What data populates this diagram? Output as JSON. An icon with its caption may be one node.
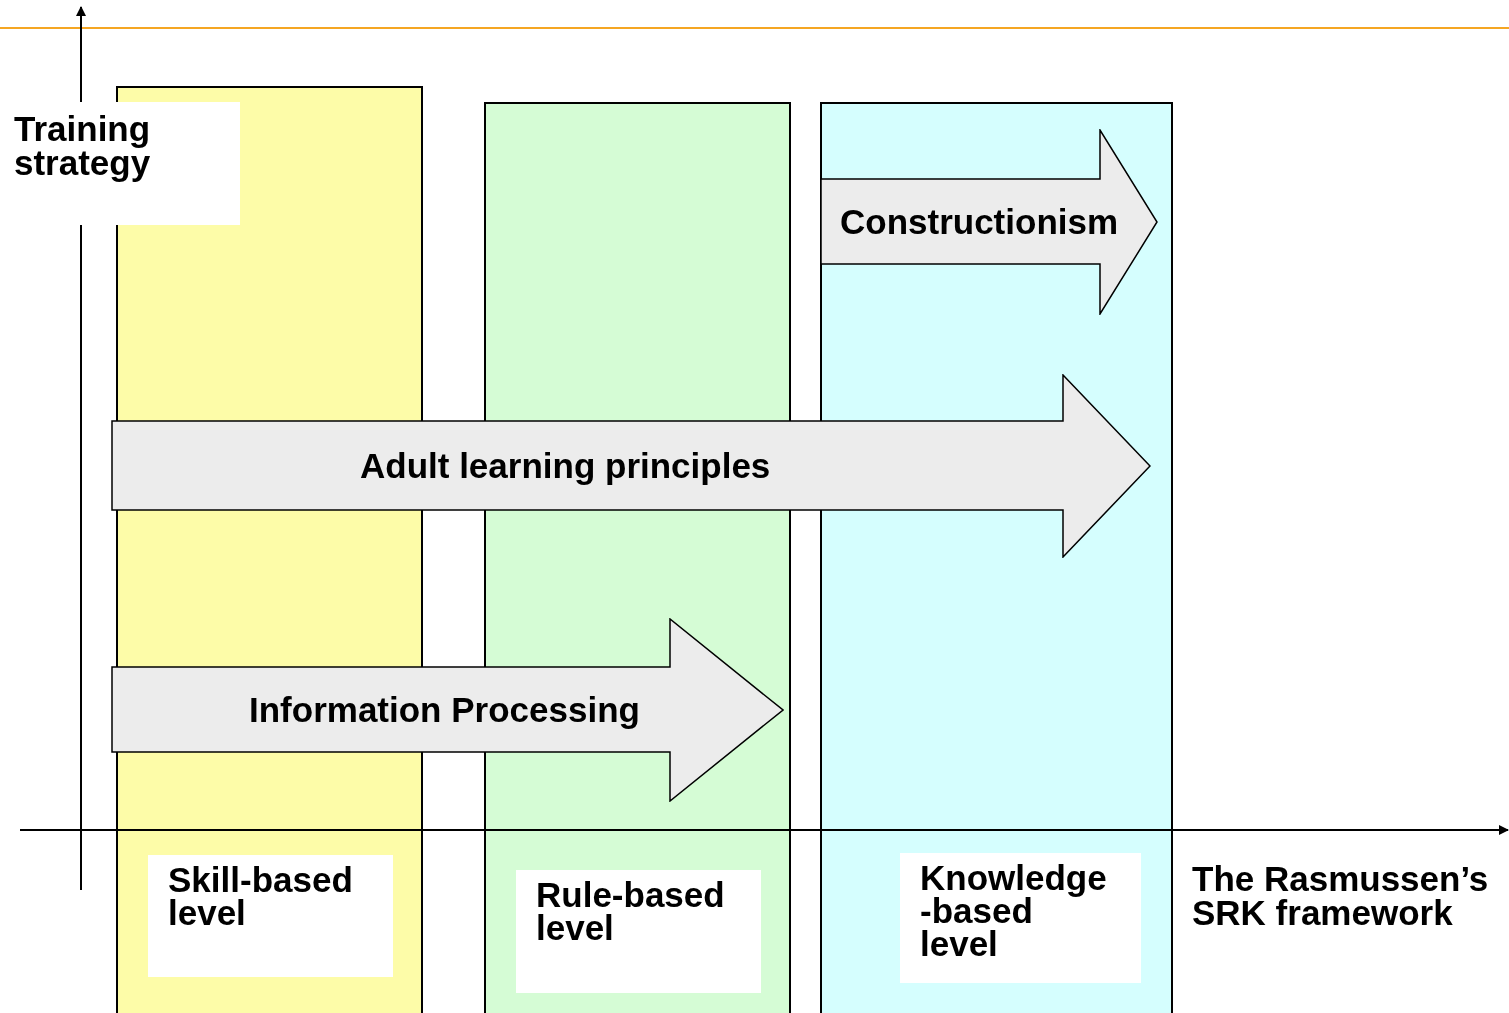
{
  "diagram": {
    "nodes": [
      {
        "text": [],
        "shape": "box"
      },
      {
        "text": [
          "Skill-based level"
        ],
        "in": 0
      },
      {
        "text": [],
        "shape": "box"
      },
      {
        "text": [
          "Rule-based level"
        ],
        "in": 2
      },
      {
        "text": [],
        "shape": "box"
      },
      {
        "text": [
          "Knowledge -based level"
        ],
        "in": 4
      },
      {
        "text": [
          "Constructionism"
        ],
        "in": 4
      },
      {
        "text": [
          "Adult learning principles"
        ]
      },
      {
        "text": [
          "Information Processing"
        ]
      }
    ],
    "labels": [
      "Training strategy",
      "The Rasmussen’s SRK framework"
    ]
  }
}
